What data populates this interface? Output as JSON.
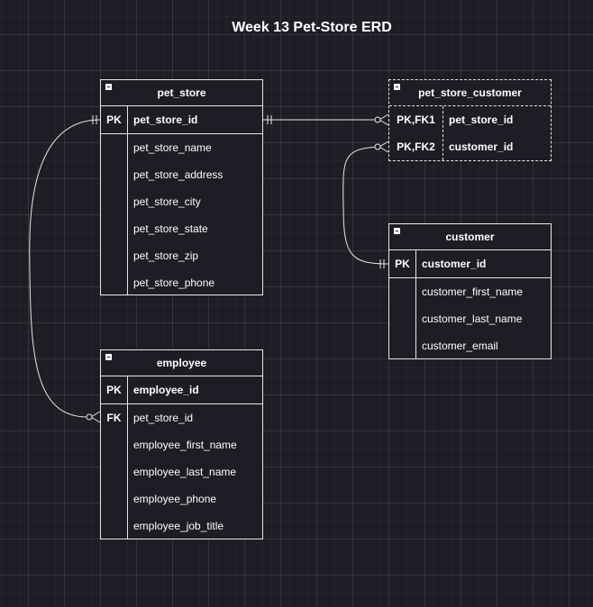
{
  "title": "Week 13 Pet-Store ERD",
  "entities": {
    "pet_store": {
      "name": "pet_store",
      "rows": [
        {
          "key": "PK",
          "field": "pet_store_id"
        },
        {
          "key": "",
          "field": "pet_store_name"
        },
        {
          "key": "",
          "field": "pet_store_address"
        },
        {
          "key": "",
          "field": "pet_store_city"
        },
        {
          "key": "",
          "field": "pet_store_state"
        },
        {
          "key": "",
          "field": "pet_store_zip"
        },
        {
          "key": "",
          "field": "pet_store_phone"
        }
      ]
    },
    "pet_store_customer": {
      "name": "pet_store_customer",
      "rows": [
        {
          "key": "PK,FK1",
          "field": "pet_store_id"
        },
        {
          "key": "PK,FK2",
          "field": "customer_id"
        }
      ]
    },
    "customer": {
      "name": "customer",
      "rows": [
        {
          "key": "PK",
          "field": "customer_id"
        },
        {
          "key": "",
          "field": "customer_first_name"
        },
        {
          "key": "",
          "field": "customer_last_name"
        },
        {
          "key": "",
          "field": "customer_email"
        }
      ]
    },
    "employee": {
      "name": "employee",
      "rows": [
        {
          "key": "PK",
          "field": "employee_id"
        },
        {
          "key": "FK",
          "field": "pet_store_id"
        },
        {
          "key": "",
          "field": "employee_first_name"
        },
        {
          "key": "",
          "field": "employee_last_name"
        },
        {
          "key": "",
          "field": "employee_phone"
        },
        {
          "key": "",
          "field": "employee_job_title"
        }
      ]
    }
  },
  "relationships": [
    {
      "from": "pet_store.pet_store_id",
      "to": "pet_store_customer.pet_store_id",
      "from_end": "one-mandatory",
      "to_end": "zero-or-many"
    },
    {
      "from": "customer.customer_id",
      "to": "pet_store_customer.customer_id",
      "from_end": "one-mandatory",
      "to_end": "zero-or-many"
    },
    {
      "from": "pet_store.pet_store_id",
      "to": "employee.pet_store_id",
      "from_end": "one-mandatory",
      "to_end": "zero-or-many"
    }
  ],
  "colors": {
    "background": "#1e1c24",
    "line": "#e8e8e8",
    "text": "#ffffff"
  }
}
